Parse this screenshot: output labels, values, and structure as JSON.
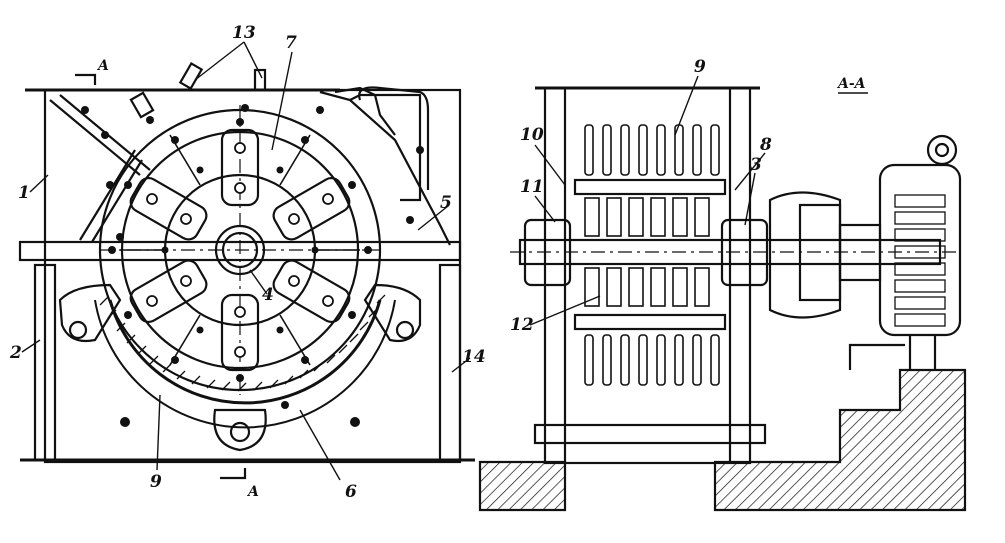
{
  "section_title": "A-A",
  "section_marks": {
    "top": "A",
    "bottom": "A"
  },
  "labels": {
    "n1": "1",
    "n2": "2",
    "n3": "3",
    "n4": "4",
    "n5": "5",
    "n6": "6",
    "n7": "7",
    "n8": "8",
    "n9_left": "9",
    "n9_right": "9",
    "n10": "10",
    "n11": "11",
    "n12": "12",
    "n13": "13",
    "n14": "14"
  },
  "colors": {
    "ink": "#111111",
    "paper": "#ffffff"
  }
}
